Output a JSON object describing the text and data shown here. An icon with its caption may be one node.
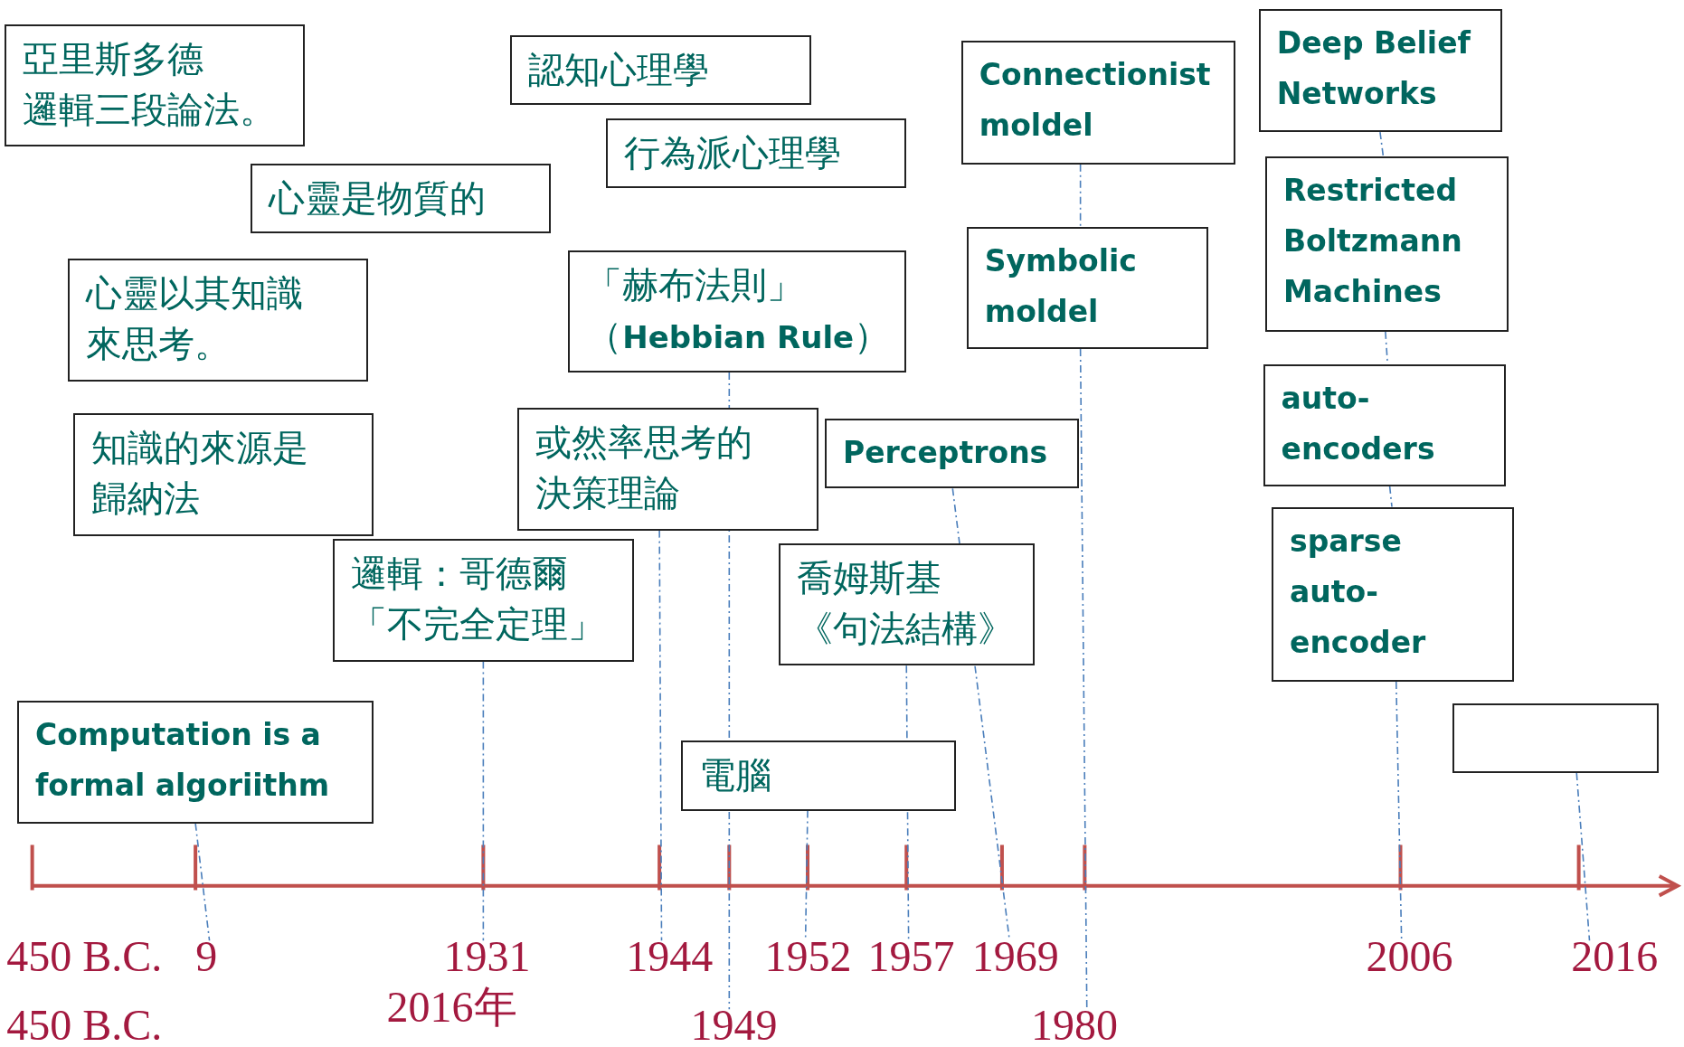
{
  "diagram": {
    "nodes": [
      {
        "text": [
          "亞里斯多德邏輯三段論法。"
        ]
      },
      {
        "text": [
          "認知心理學"
        ]
      },
      {
        "text": [
          "Connectionist moldel"
        ]
      },
      {
        "text": [
          "Deep Belief Networks"
        ]
      },
      {
        "text": [
          "行為派心理學"
        ]
      },
      {
        "text": [
          "Restricted Boltzmann Machines"
        ]
      },
      {
        "text": [
          "心靈是物質的"
        ]
      },
      {
        "text": [
          "Symbolic moldel"
        ]
      },
      {
        "text": [
          "心靈以其知識來思考。"
        ]
      },
      {
        "text": [
          "「赫布法則」（**Hebbian Rule**）"
        ]
      },
      {
        "text": [
          "auto-encoders"
        ]
      },
      {
        "text": [
          "知識的來源是歸納法"
        ]
      },
      {
        "text": [
          "或然率思考的決策理論"
        ]
      },
      {
        "text": [
          "Perceptrons"
        ]
      },
      {
        "text": [
          "sparse auto-encoder"
        ]
      },
      {
        "text": [
          "邏輯：哥德爾「不完全定理」"
        ]
      },
      {
        "text": [
          "喬姆斯基《句法結構》"
        ]
      },
      {
        "text": [
          "Computation is a formal algoriithm"
        ]
      },
      {
        "text": [],
        "shape": "box"
      },
      {
        "text": [
          "電腦"
        ]
      },
      {
        "text": [
          "9"
        ]
      },
      {
        "text": [
          "1931"
        ]
      },
      {
        "text": [
          "1944"
        ]
      },
      {
        "text": [
          "1952"
        ]
      },
      {
        "text": [
          "1957"
        ]
      },
      {
        "text": [
          "1969"
        ]
      },
      {
        "text": [
          "2006"
        ]
      },
      {
        "text": [
          "2016"
        ]
      },
      {
        "text": [
          "1949"
        ]
      },
      {
        "text": [
          "1980"
        ]
      }
    ],
    "edges": [
      {
        "from": 17,
        "to": 20,
        "arrow": "none",
        "style": "dashed"
      },
      {
        "from": 15,
        "to": 21,
        "arrow": "none",
        "style": "dashed"
      },
      {
        "from": 12,
        "to": 22,
        "arrow": "none",
        "style": "dashed"
      },
      {
        "from": 9,
        "to": 28,
        "arrow": "none",
        "style": "dashed"
      },
      {
        "from": 19,
        "to": 23,
        "arrow": "none",
        "style": "dashed"
      },
      {
        "from": 16,
        "to": 24,
        "arrow": "none",
        "style": "dashed"
      },
      {
        "from": 13,
        "to": 25,
        "arrow": "none",
        "style": "dashed"
      },
      {
        "from": 2,
        "to": 7,
        "arrow": "none",
        "style": "dashed"
      },
      {
        "from": 7,
        "to": 29,
        "arrow": "none",
        "style": "dashed"
      },
      {
        "from": 3,
        "to": 5,
        "arrow": "none",
        "style": "dashed"
      },
      {
        "from": 5,
        "to": 10,
        "arrow": "none",
        "style": "dashed"
      },
      {
        "from": 10,
        "to": 14,
        "arrow": "none",
        "style": "dashed"
      },
      {
        "from": 14,
        "to": 26,
        "arrow": "none",
        "style": "dashed"
      },
      {
        "from": 18,
        "to": 27,
        "arrow": "none",
        "style": "dashed"
      }
    ],
    "labels": [
      "450 B.C.",
      "2016年",
      "450 B.C."
    ]
  }
}
